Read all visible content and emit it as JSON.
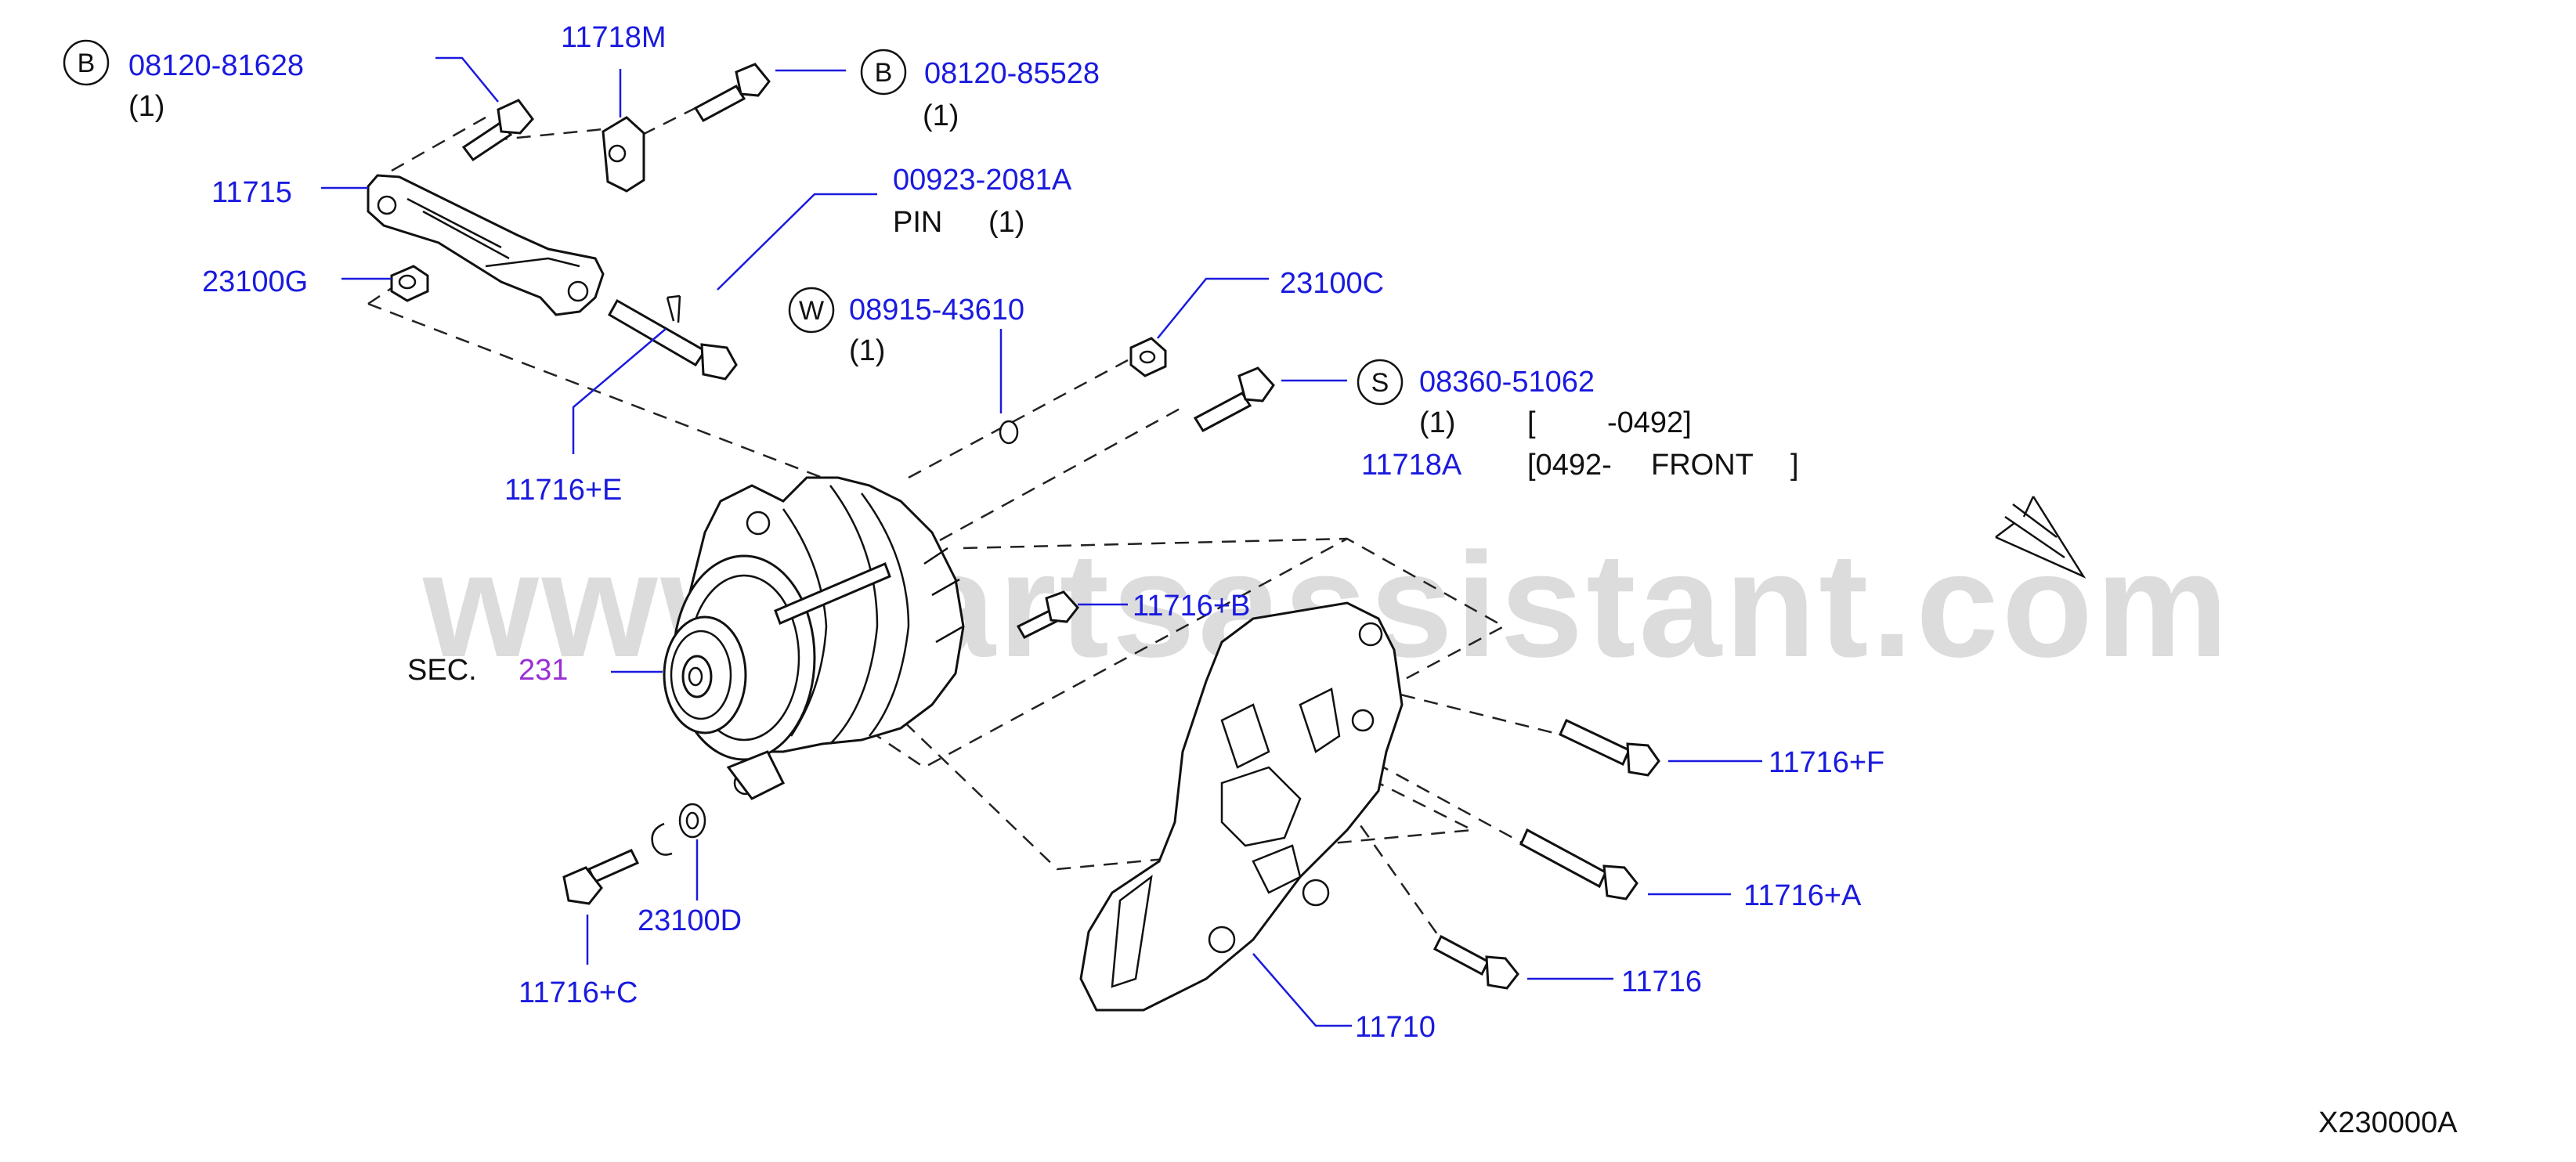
{
  "watermark": "www.partsassistant.com",
  "diagram_code": "X230000A",
  "section": {
    "prefix": "SEC.",
    "number": "231"
  },
  "badges": {
    "b": "B",
    "w": "W",
    "s": "S"
  },
  "parts": {
    "p08120_81628": {
      "number": "08120-81628",
      "qty": "(1)"
    },
    "p11718M": {
      "number": "11718M"
    },
    "p08120_85528": {
      "number": "08120-85528",
      "qty": "(1)"
    },
    "p11715": {
      "number": "11715"
    },
    "p00923": {
      "number": "00923-2081A",
      "desc": "PIN",
      "qty": "(1)"
    },
    "p23100G": {
      "number": "23100G"
    },
    "p08915": {
      "number": "08915-43610",
      "qty": "(1)"
    },
    "p23100C": {
      "number": "23100C"
    },
    "p08360": {
      "number": "08360-51062",
      "qty": "(1)",
      "range_open": "[",
      "range": "-0492]"
    },
    "p11718A": {
      "number": "11718A",
      "range": "[0492-",
      "note": "FRONT",
      "range_close": "]"
    },
    "p11716E": {
      "number": "11716+E"
    },
    "p11716B": {
      "number": "11716+B"
    },
    "p11716F": {
      "number": "11716+F"
    },
    "p11716A": {
      "number": "11716+A"
    },
    "p11716": {
      "number": "11716"
    },
    "p11710": {
      "number": "11710"
    },
    "p23100D": {
      "number": "23100D"
    },
    "p11716C": {
      "number": "11716+C"
    }
  }
}
